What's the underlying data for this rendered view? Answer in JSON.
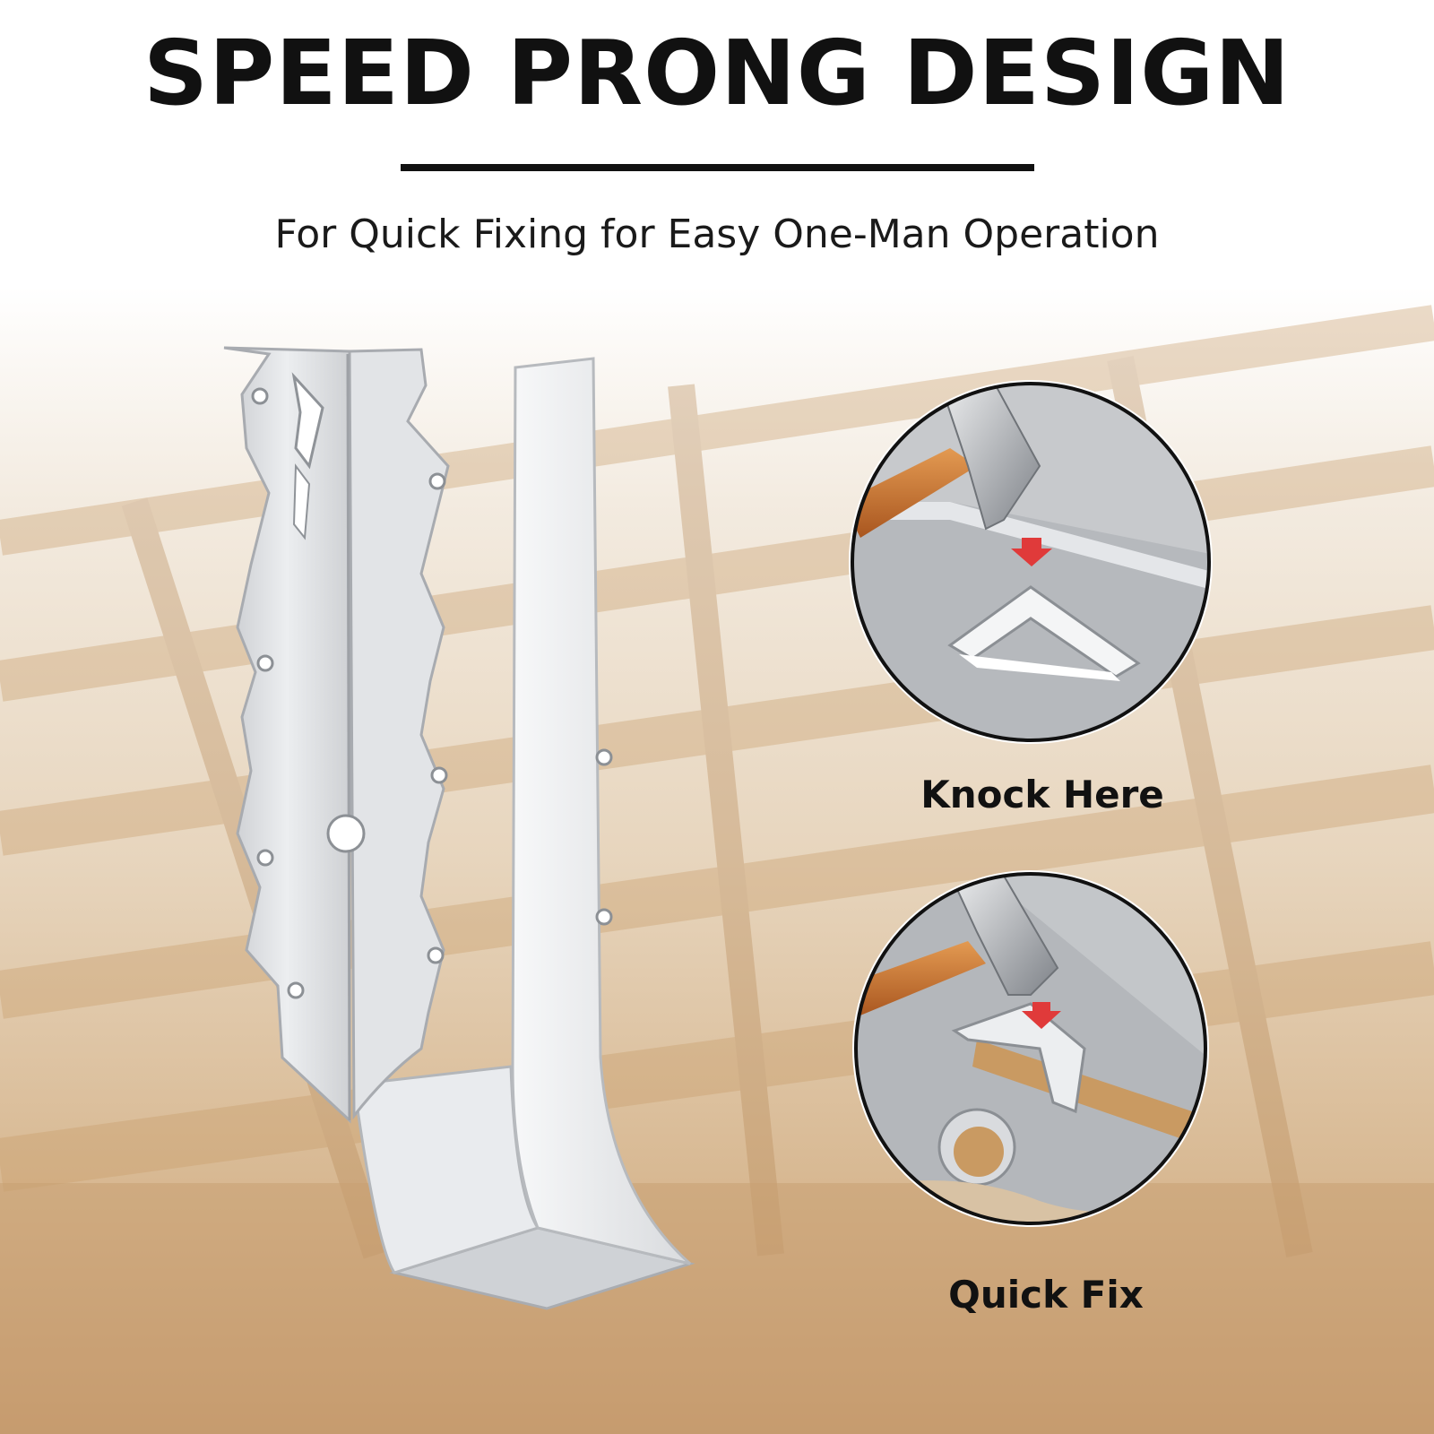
{
  "title": "SPEED PRONG DESIGN",
  "subtitle": "For Quick Fixing for Easy One-Man Operation",
  "callouts": [
    {
      "label": "Knock Here"
    },
    {
      "label": "Quick Fix"
    }
  ],
  "colors": {
    "title_text": "#111111",
    "steel": "#d8dadd",
    "wood": "#c9a173",
    "hammer_handle": "#c0702c",
    "arrow": "#e03a3a"
  }
}
